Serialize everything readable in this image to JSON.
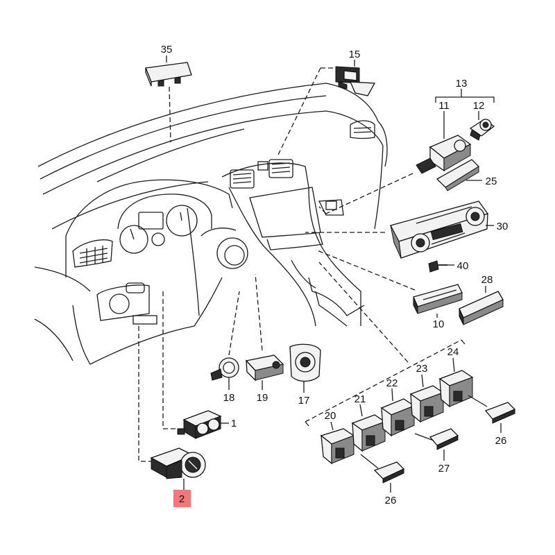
{
  "callouts": {
    "c1": "1",
    "c2": "2",
    "c10": "10",
    "c11": "11",
    "c12": "12",
    "c13": "13",
    "c15": "15",
    "c17": "17",
    "c18": "18",
    "c19": "19",
    "c20": "20",
    "c21": "21",
    "c22": "22",
    "c23": "23",
    "c24": "24",
    "c25": "25",
    "c26a": "26",
    "c26b": "26",
    "c27": "27",
    "c28": "28",
    "c30": "30",
    "c35": "35",
    "c40": "40"
  },
  "colors": {
    "highlight": "#f07878",
    "line": "#1a1a1a"
  }
}
